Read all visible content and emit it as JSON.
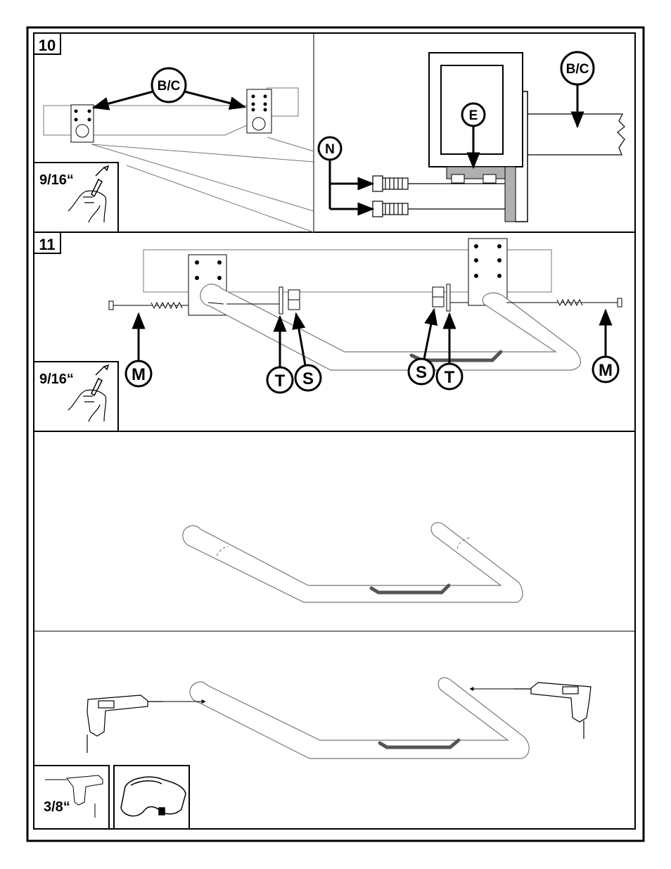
{
  "panel_10": {
    "step_number": "10",
    "callouts": {
      "bc_left": "B/C",
      "bc_right": "B/C",
      "e": "E",
      "n": "N"
    },
    "wrench_size": "9/16“"
  },
  "panel_11": {
    "step_number": "11",
    "callouts": {
      "m_left": "M",
      "t_left": "T",
      "s_left": "S",
      "s_right": "S",
      "t_right": "T",
      "m_right": "M"
    },
    "wrench_size": "9/16“"
  },
  "panel_drill": {
    "drill_bit_size": "3/8“"
  },
  "icons": [
    "wrench-icon",
    "hand-icon",
    "drill-icon",
    "safety-goggles-icon"
  ]
}
